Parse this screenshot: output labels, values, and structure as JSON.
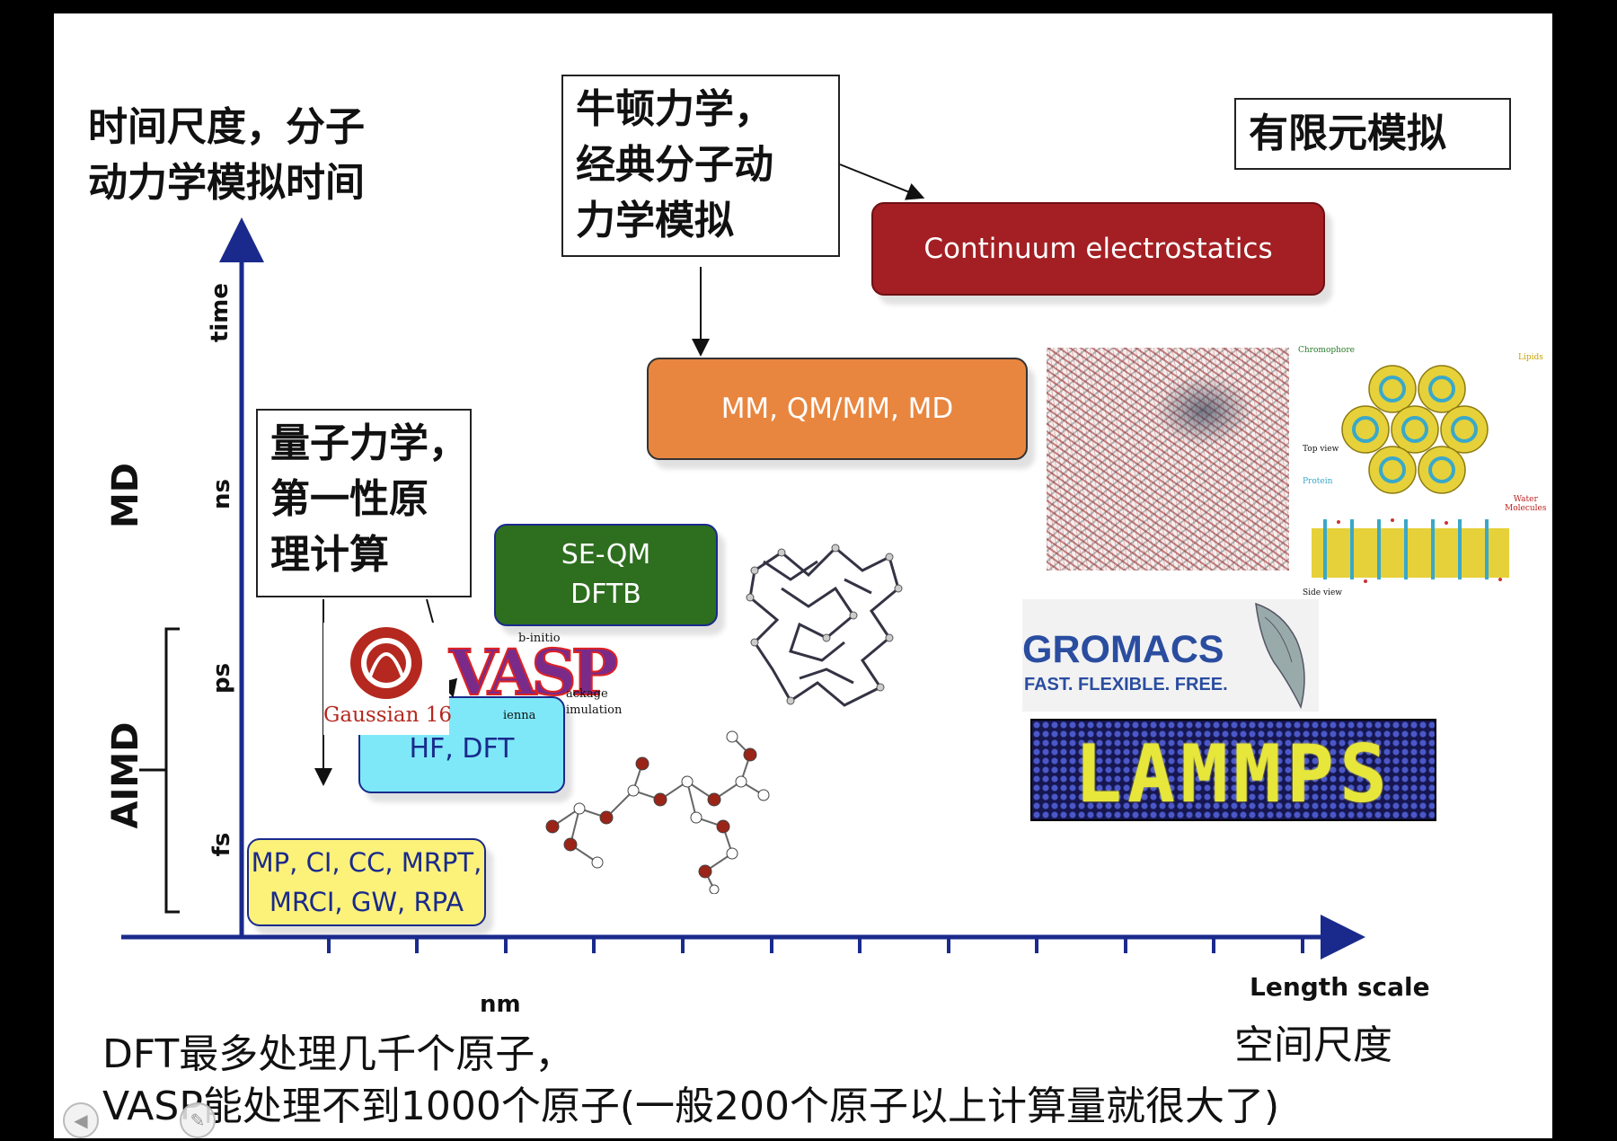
{
  "top_left_label": "时间尺度，分子\n动力学模拟时间",
  "newton_box": "牛顿力学，\n经典分子动\n力学模拟",
  "fem_box": "有限元模拟",
  "quantum_box": "量子力学，\n第一性原\n理计算",
  "methods": {
    "continuum": "Continuum electrostatics",
    "mm": "MM, QM/MM, MD",
    "seqm": "SE-QM\nDFTB",
    "hfdft": "HF, DFT",
    "mp": "MP, CI, CC, MRPT,\nMRCI, GW, RPA"
  },
  "axes": {
    "time_label": "time",
    "ns": "ns",
    "ps": "ps",
    "fs": "fs",
    "md": "MD",
    "aimd": "AIMD",
    "nm": "nm",
    "length_scale": "Length scale",
    "space_scale": "空间尺度"
  },
  "logos": {
    "gaussian": "Gaussian 16",
    "vasp": "VASP",
    "vasp_side": [
      "b-initio",
      "ackage",
      "imulation",
      "ienna"
    ],
    "gromacs": "GROMACS",
    "gromacs_tag": "FAST. FLEXIBLE. FREE.",
    "lammps": "LAMMPS"
  },
  "membrane_labels": {
    "chromophore": "Chromophore",
    "lipids": "Lipids",
    "top_view": "Top view",
    "protein": "Protein",
    "water": "Water\nMolecules",
    "side_view": "Side view"
  },
  "footer": {
    "line1": "DFT最多处理几千个原子，",
    "line2": "VASP能处理不到1000个原子(一般200个原子以上计算量就很大了)"
  },
  "colors": {
    "axis": "#1a2a8c",
    "continuum": "#a31f23",
    "mm": "#e8863f",
    "seqm": "#2e6e1f",
    "hfdft": "#7ee8f8",
    "mp": "#fcf27a"
  }
}
